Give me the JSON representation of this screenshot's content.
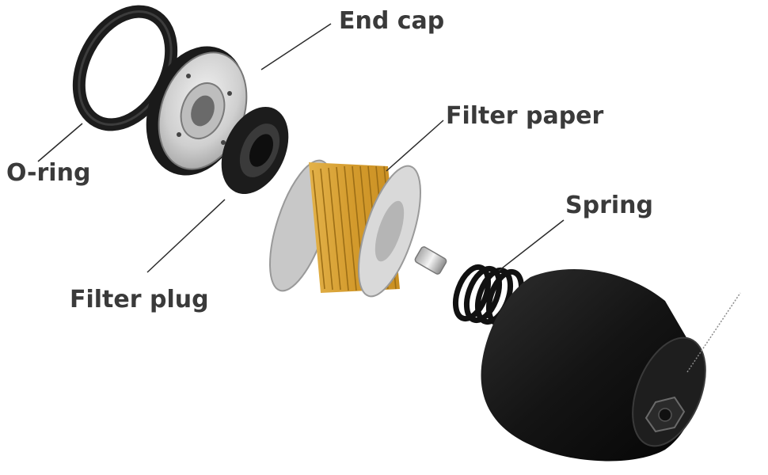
{
  "labels": {
    "end_cap": "End cap",
    "filter_paper": "Filter paper",
    "o_ring": "O-ring",
    "spring": "Spring",
    "filter_plug": "Filter plug"
  },
  "colors": {
    "label_text": "#3a3a3a",
    "leader_line": "#2a2a2a",
    "rubber": "#1c1c1c",
    "metal": "#d6d6d6",
    "filter_pleat": "#d7a23a",
    "housing": "#161616"
  }
}
